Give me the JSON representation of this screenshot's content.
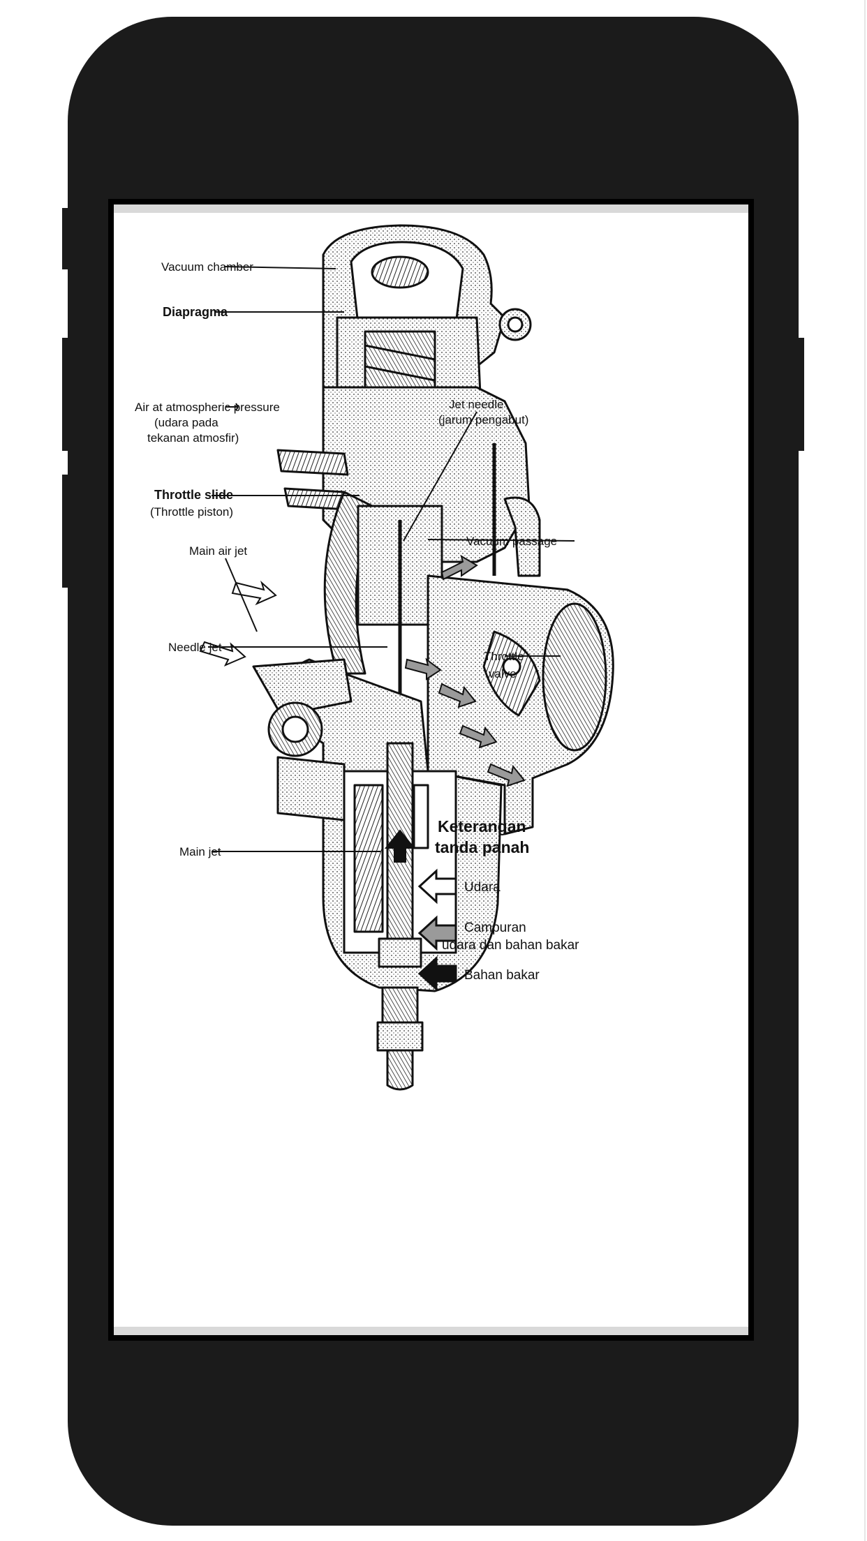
{
  "colors": {
    "phone_body": "#1b1b1b",
    "screen_border": "#000000",
    "screen_bg": "#ffffff",
    "ink": "#111111",
    "mixture_arrow": "#9a9a9a"
  },
  "diagram": {
    "labels": {
      "vacuum_chamber": "Vacuum chamber",
      "diapragma": "Diapragma",
      "air_pressure_1": "Air at atmospheric pressure",
      "air_pressure_2": "(udara pada",
      "air_pressure_3": "tekanan atmosfir)",
      "jet_needle_1": "Jet needle",
      "jet_needle_2": "(jarum pengabut)",
      "throttle_slide_1": "Throttle slide",
      "throttle_slide_2": "(Throttle piston)",
      "main_air_jet": "Main air jet",
      "vacuum_passage": "Vacuum passage",
      "needle_jet": "Needle jet",
      "throttle_valve_1": "Throttle",
      "throttle_valve_2": "valve",
      "main_jet": "Main jet"
    },
    "legend": {
      "title_1": "Keterangan",
      "title_2": "tanda panah",
      "items": [
        {
          "label": "Udara",
          "icon": "hollow-arrow-icon"
        },
        {
          "label_1": "Campuran",
          "label_2": "udara dan bahan bakar",
          "icon": "gray-arrow-icon"
        },
        {
          "label": "Bahan bakar",
          "icon": "black-arrow-icon"
        }
      ]
    }
  }
}
